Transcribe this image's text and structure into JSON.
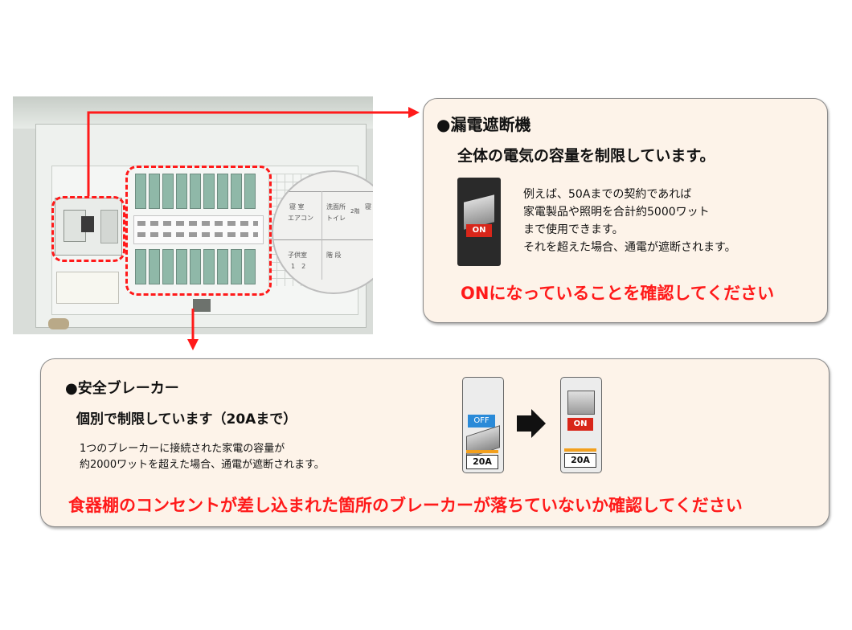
{
  "leakage_breaker": {
    "heading": "●漏電遮断機",
    "subtitle": "全体の電気の容量を制限しています。",
    "description": [
      "例えば、50Aまでの契約であれば",
      "家電製品や照明を合計約5000ワット",
      "まで使用できます。",
      "それを超えた場合、通電が遮断されます。"
    ],
    "switch_label": "ON",
    "notice": "ONになっていることを確認してください"
  },
  "safety_breaker": {
    "heading": "●安全ブレーカー",
    "subtitle": "個別で制限しています（20Aまで）",
    "description": [
      "1つのブレーカーに接続された家電の容量が",
      "約2000ワットを超えた場合、通電が遮断されます。"
    ],
    "off_label": "OFF",
    "on_label": "ON",
    "rating_label": "20A",
    "notice": "食器棚のコンセントが差し込まれた箇所のブレーカーが落ちていないか確認してください"
  },
  "panel_zoom_labels": {
    "row1": [
      "寝 室",
      "エアコン",
      "洗面所",
      "トイレ",
      "2階",
      "寝 室"
    ],
    "row2": [
      "子供室",
      "1　2",
      "階 段"
    ]
  },
  "colors": {
    "accent_red": "#ff1a1a",
    "box_bg": "#fdf3e9",
    "switch_dark": "#2a2a2a",
    "off_blue": "#2a8ad8"
  }
}
